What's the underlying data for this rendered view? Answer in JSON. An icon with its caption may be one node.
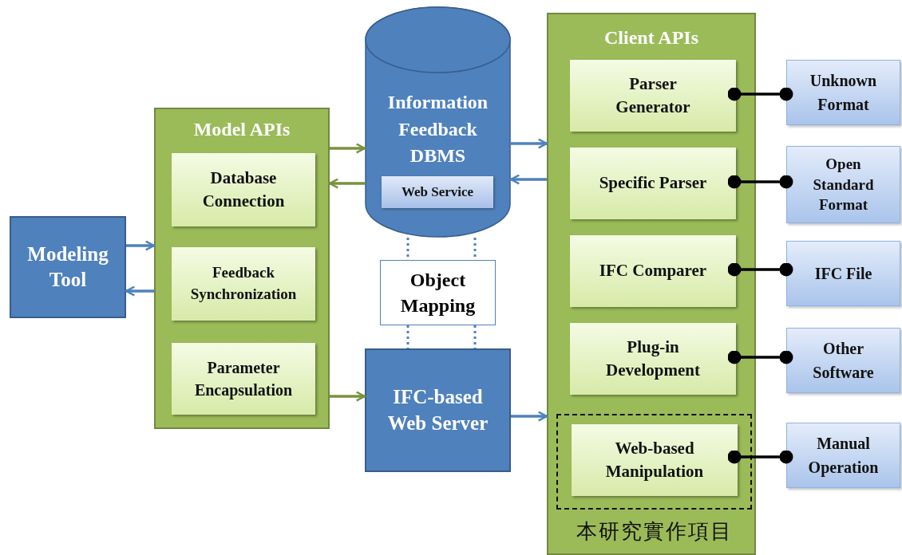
{
  "diagram": {
    "nodes": [
      {
        "text": [
          "Modeling Tool"
        ]
      },
      {
        "text": [
          "Model APIs"
        ]
      },
      {
        "text": [
          "Database Connection"
        ],
        "in": 1
      },
      {
        "text": [
          "Feedback Synchronization"
        ],
        "in": 1
      },
      {
        "text": [
          "Parameter Encapsulation"
        ],
        "in": 1
      },
      {
        "text": [
          "Information Feedback DBMS"
        ]
      },
      {
        "text": [
          "Web Service"
        ],
        "in": 5
      },
      {
        "text": [
          "Object Mapping"
        ]
      },
      {
        "text": [
          "IFC-based Web Server"
        ]
      },
      {
        "text": [
          "Client APIs"
        ]
      },
      {
        "text": [
          "Parser Generator"
        ],
        "in": 9
      },
      {
        "text": [
          "Specific Parser"
        ],
        "in": 9
      },
      {
        "text": [
          "IFC Comparer"
        ],
        "in": 9
      },
      {
        "text": [
          "Plug-in Development"
        ],
        "in": 9
      },
      {
        "text": [
          "本研究實作項目"
        ],
        "in": 9
      },
      {
        "text": [
          "Web-based Manipulation"
        ],
        "in": 14
      },
      {
        "text": [
          "Unknown Format"
        ]
      },
      {
        "text": [
          "Open Standard Format"
        ]
      },
      {
        "text": [
          "IFC File"
        ]
      },
      {
        "text": [
          "Other Software"
        ]
      },
      {
        "text": [
          "Manual Operation"
        ]
      }
    ],
    "edges": [
      {
        "from": 0,
        "to": 1,
        "arrow": "to",
        "color": "#4f81bd"
      },
      {
        "from": 1,
        "to": 0,
        "arrow": "to",
        "color": "#4f81bd"
      },
      {
        "from": 1,
        "to": 5,
        "arrow": "to",
        "color": "#77933c"
      },
      {
        "from": 5,
        "to": 1,
        "arrow": "to",
        "color": "#77933c"
      },
      {
        "from": 1,
        "to": 8,
        "arrow": "to",
        "color": "#77933c"
      },
      {
        "from": 5,
        "to": 9,
        "arrow": "to",
        "color": "#4f81bd"
      },
      {
        "from": 9,
        "to": 5,
        "arrow": "to",
        "color": "#4f81bd"
      },
      {
        "from": 8,
        "to": 9,
        "arrow": "to",
        "color": "#4f81bd"
      },
      {
        "from": 5,
        "to": 7,
        "arrow": "none",
        "style": "dashed",
        "color": "#4f81bd"
      },
      {
        "from": 5,
        "to": 7,
        "arrow": "none",
        "style": "dashed",
        "color": "#4f81bd"
      },
      {
        "from": 7,
        "to": 8,
        "arrow": "none",
        "style": "dashed",
        "color": "#4f81bd"
      },
      {
        "from": 7,
        "to": 8,
        "arrow": "none",
        "style": "dashed",
        "color": "#4f81bd"
      },
      {
        "from": 10,
        "to": 16,
        "arrow": "other",
        "color": "#000000"
      },
      {
        "from": 11,
        "to": 17,
        "arrow": "other",
        "color": "#000000"
      },
      {
        "from": 12,
        "to": 18,
        "arrow": "other",
        "color": "#000000"
      },
      {
        "from": 13,
        "to": 19,
        "arrow": "other",
        "color": "#000000"
      },
      {
        "from": 15,
        "to": 20,
        "arrow": "other",
        "color": "#000000"
      }
    ]
  }
}
